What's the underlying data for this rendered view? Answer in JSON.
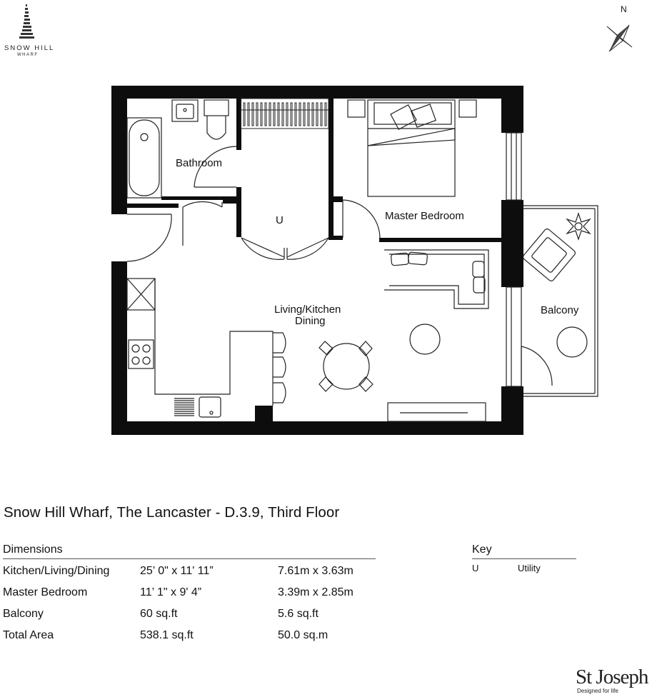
{
  "brand": {
    "name": "SNOW HILL",
    "sub": "WHARF"
  },
  "compass": {
    "label": "N"
  },
  "rooms": {
    "bathroom": "Bathroom",
    "master_bedroom": "Master Bedroom",
    "utility": "U",
    "living_line1": "Living/Kitchen",
    "living_line2": "Dining",
    "balcony": "Balcony"
  },
  "title": "Snow Hill Wharf, The Lancaster - D.3.9, Third Floor",
  "dimensions": {
    "heading": "Dimensions",
    "rows": [
      {
        "room": "Kitchen/Living/Dining",
        "imperial": "25’ 0\" x 11' 11”",
        "metric": "7.61m x 3.63m"
      },
      {
        "room": "Master Bedroom",
        "imperial": "11’ 1\" x 9' 4”",
        "metric": "3.39m x 2.85m"
      },
      {
        "room": "Balcony",
        "imperial": "60 sq.ft",
        "metric": "5.6 sq.ft"
      },
      {
        "room": "Total Area",
        "imperial": "538.1 sq.ft",
        "metric": "50.0 sq.m"
      }
    ]
  },
  "key": {
    "heading": "Key",
    "rows": [
      {
        "code": "U",
        "meaning": "Utility"
      }
    ]
  },
  "developer": {
    "name": "St Joseph",
    "tagline": "Designed for life"
  }
}
